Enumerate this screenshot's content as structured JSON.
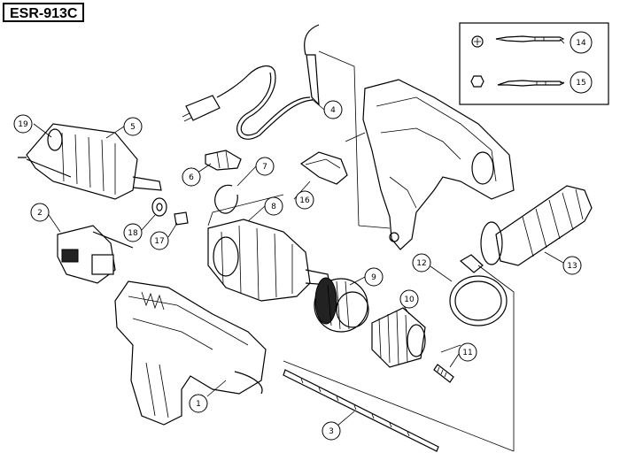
{
  "title": "ESR-913C",
  "callouts": [
    {
      "id": "c1",
      "label": "1"
    },
    {
      "id": "c2",
      "label": "2"
    },
    {
      "id": "c3",
      "label": "3"
    },
    {
      "id": "c4",
      "label": "4"
    },
    {
      "id": "c5",
      "label": "5"
    },
    {
      "id": "c6",
      "label": "6"
    },
    {
      "id": "c7",
      "label": "7"
    },
    {
      "id": "c8",
      "label": "8"
    },
    {
      "id": "c9",
      "label": "9"
    },
    {
      "id": "c10",
      "label": "10"
    },
    {
      "id": "c11",
      "label": "11"
    },
    {
      "id": "c12",
      "label": "12"
    },
    {
      "id": "c13",
      "label": "13"
    },
    {
      "id": "c14",
      "label": "14"
    },
    {
      "id": "c15",
      "label": "15"
    },
    {
      "id": "c16",
      "label": "16"
    },
    {
      "id": "c17",
      "label": "17"
    },
    {
      "id": "c18",
      "label": "18"
    },
    {
      "id": "c19",
      "label": "19"
    }
  ]
}
